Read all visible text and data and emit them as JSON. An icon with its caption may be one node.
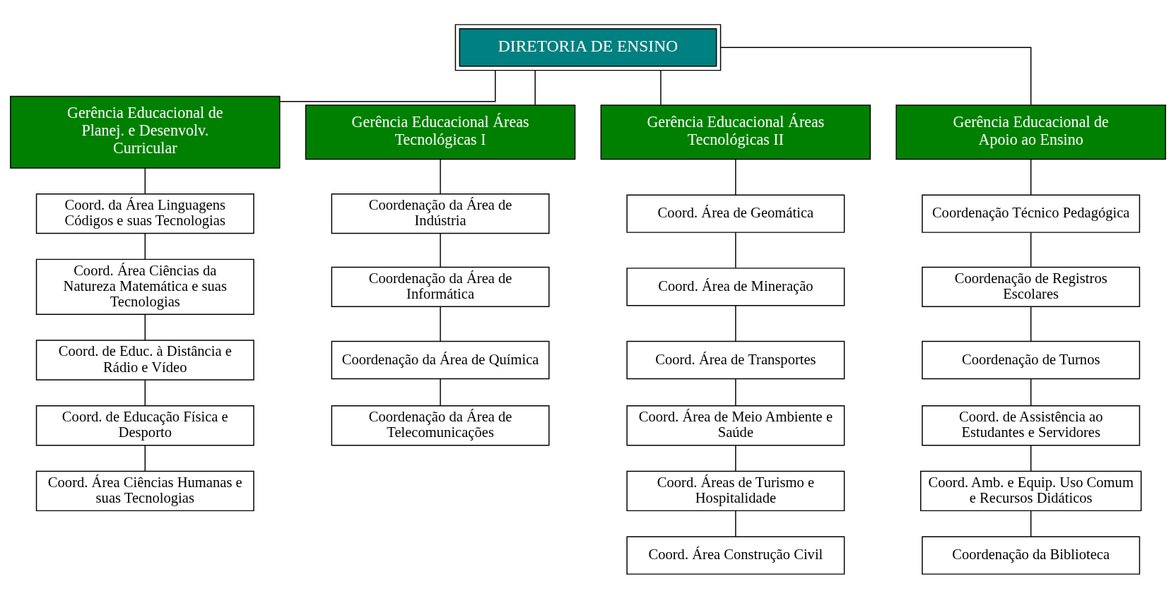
{
  "diagram": {
    "nodes": [
      {
        "text": [
          "DIRETORIA DE ENSINO"
        ]
      },
      {
        "text": [
          "Gerência Educacional de Planej. e Desenvolv. Curricular"
        ]
      },
      {
        "text": [
          "Gerência Educacional Áreas Tecnológicas I"
        ]
      },
      {
        "text": [
          "Gerência Educacional Áreas Tecnológicas II"
        ]
      },
      {
        "text": [
          "Gerência Educacional de Apoio ao Ensino"
        ]
      },
      {
        "text": [
          "Coord. da Área Linguagens Códigos e suas Tecnologias"
        ]
      },
      {
        "text": [
          "Coord. Área Ciências da Natureza Matemática e suas Tecnologias"
        ]
      },
      {
        "text": [
          "Coord. de Educ. à Distância e Rádio e Vídeo"
        ]
      },
      {
        "text": [
          "Coord. de Educação Física e Desporto"
        ]
      },
      {
        "text": [
          "Coord. Área Ciências Humanas e suas Tecnologias"
        ]
      },
      {
        "text": [
          "Coordenação da Área de Indústria"
        ]
      },
      {
        "text": [
          "Coordenação da Área de Informática"
        ]
      },
      {
        "text": [
          "Coordenação da Área de Química"
        ]
      },
      {
        "text": [
          "Coordenação da Área de Telecomunicações"
        ]
      },
      {
        "text": [
          "Coord. Área de Geomática"
        ]
      },
      {
        "text": [
          "Coord. Área de Mineração"
        ]
      },
      {
        "text": [
          "Coord. Área de Transportes"
        ]
      },
      {
        "text": [
          "Coord. Área de Meio Ambiente e Saúde"
        ]
      },
      {
        "text": [
          "Coord. Áreas de Turismo e Hospitalidade"
        ]
      },
      {
        "text": [
          "Coord. Área Construção Civil"
        ]
      },
      {
        "text": [
          "Coordenação Técnico Pedagógica"
        ]
      },
      {
        "text": [
          "Coordenação de Registros Escolares"
        ]
      },
      {
        "text": [
          "Coordenação de Turnos"
        ]
      },
      {
        "text": [
          "Coord. de Assistência ao Estudantes e Servidores"
        ]
      },
      {
        "text": [
          "Coord. Amb. e Equip. Uso Comum e Recursos Didáticos"
        ]
      },
      {
        "text": [
          "Coordenação da Biblioteca"
        ]
      }
    ],
    "edges": [
      {
        "from": 0,
        "to": 1,
        "arrow": "none"
      },
      {
        "from": 0,
        "to": 2,
        "arrow": "none"
      },
      {
        "from": 0,
        "to": 3,
        "arrow": "none"
      },
      {
        "from": 0,
        "to": 4,
        "arrow": "none"
      },
      {
        "from": 1,
        "to": 5,
        "arrow": "none"
      },
      {
        "from": 5,
        "to": 6,
        "arrow": "none"
      },
      {
        "from": 6,
        "to": 7,
        "arrow": "none"
      },
      {
        "from": 7,
        "to": 8,
        "arrow": "none"
      },
      {
        "from": 8,
        "to": 9,
        "arrow": "none"
      },
      {
        "from": 2,
        "to": 10,
        "arrow": "none"
      },
      {
        "from": 10,
        "to": 11,
        "arrow": "none"
      },
      {
        "from": 11,
        "to": 12,
        "arrow": "none"
      },
      {
        "from": 12,
        "to": 13,
        "arrow": "none"
      },
      {
        "from": 3,
        "to": 14,
        "arrow": "none"
      },
      {
        "from": 14,
        "to": 15,
        "arrow": "none"
      },
      {
        "from": 15,
        "to": 16,
        "arrow": "none"
      },
      {
        "from": 16,
        "to": 17,
        "arrow": "none"
      },
      {
        "from": 17,
        "to": 18,
        "arrow": "none"
      },
      {
        "from": 18,
        "to": 19,
        "arrow": "none"
      },
      {
        "from": 4,
        "to": 20,
        "arrow": "none"
      },
      {
        "from": 20,
        "to": 21,
        "arrow": "none"
      },
      {
        "from": 21,
        "to": 22,
        "arrow": "none"
      },
      {
        "from": 22,
        "to": 23,
        "arrow": "none"
      },
      {
        "from": 23,
        "to": 24,
        "arrow": "none"
      },
      {
        "from": 24,
        "to": 25,
        "arrow": "none"
      }
    ]
  }
}
